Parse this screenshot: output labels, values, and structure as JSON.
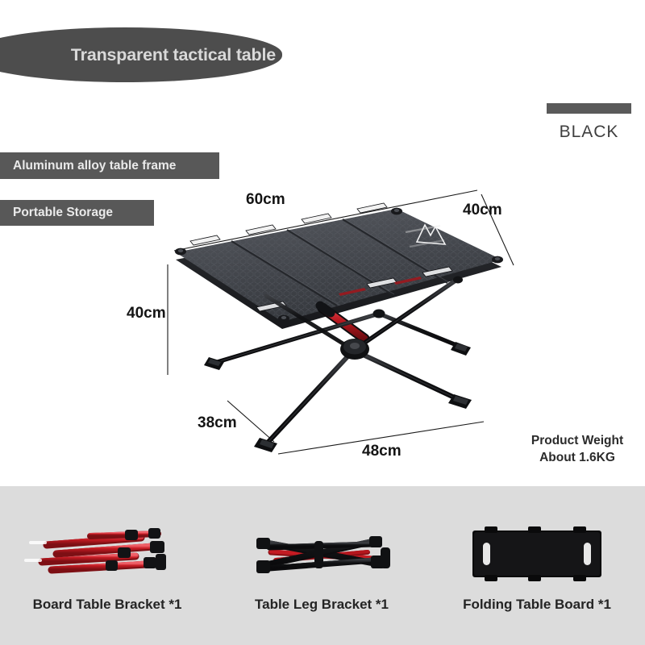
{
  "header": {
    "title": "Transparent tactical table"
  },
  "colorway": {
    "swatch_label": "BLACK",
    "swatch_color": "#5a5a5a"
  },
  "features": [
    {
      "label": "Aluminum alloy table frame"
    },
    {
      "label": "Portable Storage"
    }
  ],
  "dimensions": {
    "top_width": "60cm",
    "depth": "40cm",
    "height": "40cm",
    "leg_spread_depth": "38cm",
    "leg_spread_width": "48cm"
  },
  "weight": {
    "line1": "Product Weight",
    "line2": "About 1.6KG"
  },
  "parts": [
    {
      "label": "Board Table Bracket *1",
      "icon": "red-pole-bundle-icon"
    },
    {
      "label": "Table Leg Bracket *1",
      "icon": "black-leg-bundle-icon"
    },
    {
      "label": "Folding Table Board *1",
      "icon": "folding-board-icon"
    }
  ],
  "palette": {
    "background": "#ffffff",
    "panel_background": "#dcdcdc",
    "tag_background": "#585858",
    "title_background": "#4d4d4d",
    "accent_red": "#c01b22",
    "table_dark": "#3a3d42"
  }
}
